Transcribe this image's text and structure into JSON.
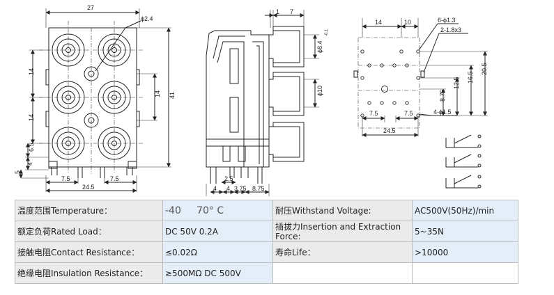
{
  "dims": {
    "front": {
      "width_total": "27",
      "hole_dia": "ϕ2.4",
      "pitch_upper": "14",
      "pitch_lower": "14",
      "height_total": "41",
      "right_14": "14",
      "offset_65": "6.5",
      "pin_4": "4",
      "pin_5": "5",
      "bottom_75a": "7.5",
      "bottom_75b": "7.5",
      "bottom_245": "24.5"
    },
    "side": {
      "top_1": "1",
      "top_7": "7",
      "dia_84": "ϕ8.4",
      "dia_84_sub": "-0.1",
      "dia_10": "ϕ10",
      "bot_4a": "4",
      "bot_4b": "4",
      "bot_375": "3.75",
      "bot_875": "8.75",
      "bot_25": "2.5"
    },
    "pcb": {
      "top_14": "14",
      "top_10": "10",
      "holes_6": "6-ϕ1.3",
      "slots_2": "2-1.8x3",
      "v_875": "8.75",
      "v_125": "12.5",
      "v_165": "16.5",
      "v_205": "20.5",
      "h_75a": "7.5",
      "h_75b": "7.5",
      "holes_4": "4-ϕ1.5",
      "h_245": "24.5"
    }
  },
  "specs": [
    {
      "left_label": "温度范围Temperature：",
      "left_value": "-40     70° C",
      "right_label": "耐压Withstand Voltage:",
      "right_value": "AC500V(50Hz)/min"
    },
    {
      "left_label": "额定负荷Rated Load：",
      "left_value": "DC 50V 0.2A",
      "right_label": "插拔力Insertion and Extraction Force:",
      "right_value": "5~35N"
    },
    {
      "left_label": "接触电阻Contact Resistance：",
      "left_value": "≤0.02Ω",
      "right_label": "寿命Life：",
      "right_value": ">10000"
    },
    {
      "left_label": "绝缘电阻Insulation Resistance：",
      "left_value": "≥500MΩ DC 500V",
      "right_label": "",
      "right_value": ""
    }
  ]
}
